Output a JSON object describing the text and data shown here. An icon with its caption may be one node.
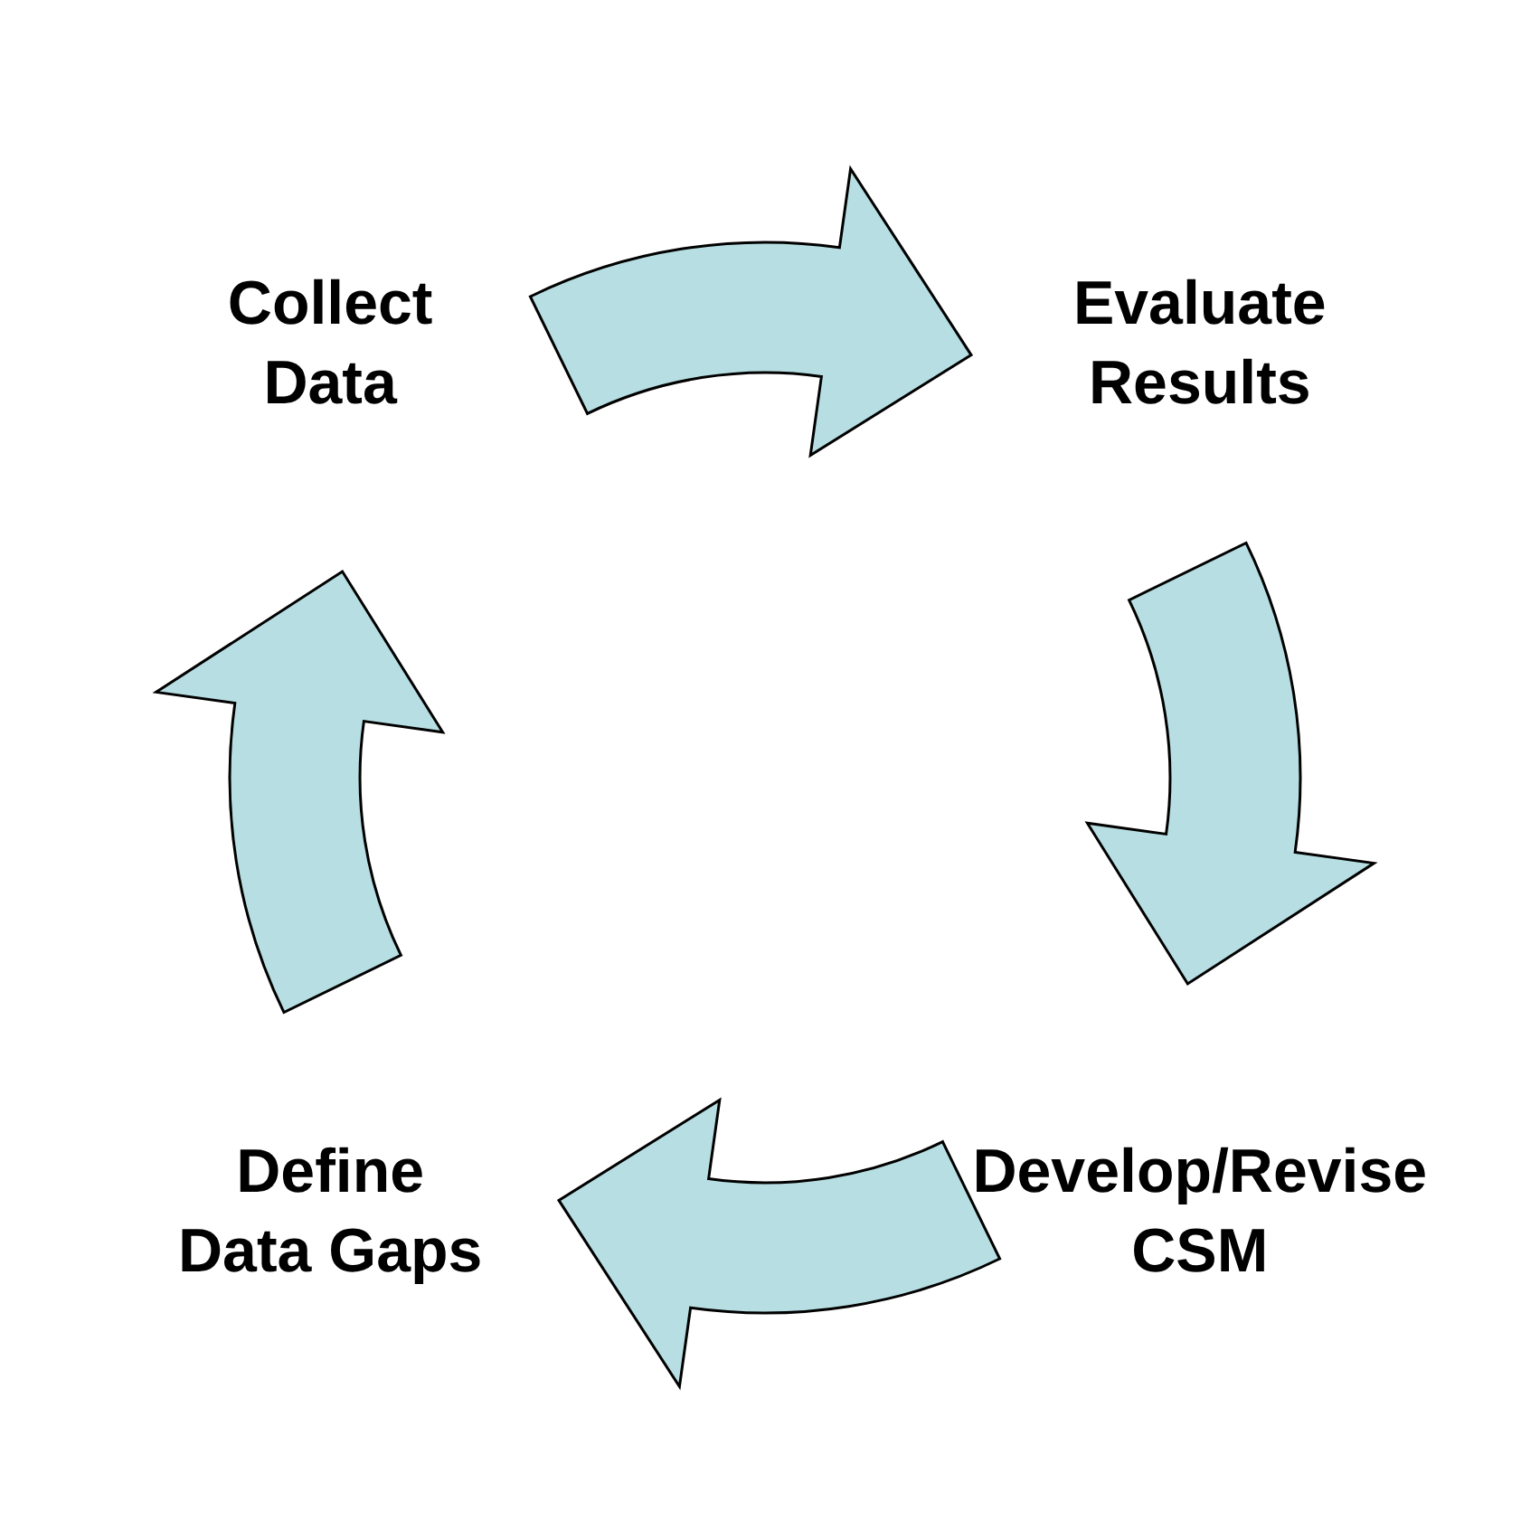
{
  "diagram": {
    "nodes": [
      {
        "text": [
          "Collect Data"
        ]
      },
      {
        "text": [
          "Evaluate Results"
        ]
      },
      {
        "text": [
          "Develop/Revise CSM"
        ]
      },
      {
        "text": [
          "Define Data Gaps"
        ]
      }
    ],
    "edges": [
      {
        "from": 0,
        "to": 1,
        "arrow": "to",
        "style": "thick"
      },
      {
        "from": 1,
        "to": 2,
        "arrow": "to",
        "style": "thick"
      },
      {
        "from": 2,
        "to": 3,
        "arrow": "to",
        "style": "thick"
      },
      {
        "from": 3,
        "to": 0,
        "arrow": "to",
        "style": "thick"
      }
    ]
  }
}
